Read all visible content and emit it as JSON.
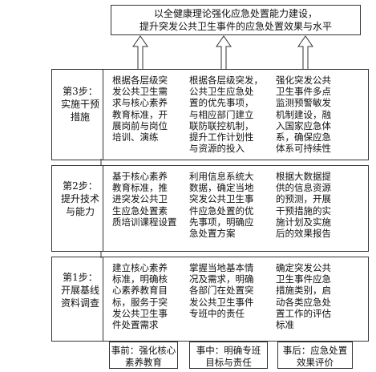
{
  "goal": "以全健康理论强化应急处置能力建设，\n提升突发公共卫生事件的应急处置效果与水平",
  "steps": [
    {
      "label": "第3步：\n实施干预\n措施",
      "cells": [
        "根据各层级突\n发公共卫生需\n求与核心素养\n教育标准，开\n展岗前与岗位\n培训、演练",
        "根据各层级突发，\n公共卫生应急处\n置的优先事项，\n与相应部门建立\n联防联控机制，\n提升工作计划性\n与资源的投入",
        "强化突发公共\n卫生事件多点\n监测预警敏发\n机制建设，融\n入国家应急体\n系，确保应急\n体系可持续性"
      ]
    },
    {
      "label": "第2步：\n提升技术\n与能力",
      "cells": [
        "基于核心素养\n教育标准，推\n进突发公共卫\n生应急处置素\n质培训课程设置",
        "利用信息系统大\n数据，确定当地\n突发公共卫生事\n件应急处置的优\n先事项，明确应\n急处置方案",
        "根据大数据提\n供的信息资源\n的预测，开展\n干预措施的实\n施计划及实施\n后的效果报告"
      ]
    },
    {
      "label": "第1步：\n开展基线\n资料调查",
      "cells": [
        "建立核心素养\n标准，明确核\n心素养教育目\n标，服务于突\n发公共卫生事\n件处置需求",
        "掌握当地基本情\n况及需求，明确\n各部门在处置突\n发公共卫生事件\n专班中的责任",
        "确定突发公共\n卫生事件应急\n措施类别，启\n动各类应急处\n置工作的评估\n标准"
      ]
    }
  ],
  "footer": [
    "事前：强化核心\n素养教育",
    "事中：明确专班\n目标与责任",
    "事后：应急处置\n效果评价"
  ]
}
